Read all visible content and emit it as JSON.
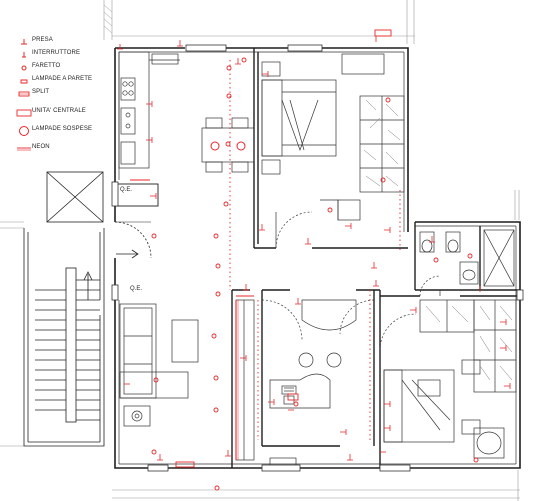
{
  "legend": {
    "items": [
      {
        "label": "PRESA",
        "symbol": "socket-icon"
      },
      {
        "label": "INTERRUTTORE",
        "symbol": "switch-icon"
      },
      {
        "label": "FARETTO",
        "symbol": "spotlight-icon"
      },
      {
        "label": "LAMPADE A PARETE",
        "symbol": "wall-lamp-icon"
      },
      {
        "label": "SPLIT",
        "symbol": "split-ac-icon"
      },
      {
        "label": "UNITA' CENTRALE",
        "symbol": "central-unit-icon"
      },
      {
        "label": "LAMPADE SOSPESE",
        "symbol": "pendant-lamp-icon"
      },
      {
        "label": "NEON",
        "symbol": "neon-icon"
      }
    ]
  },
  "labels": {
    "qe_kitchen": "Q.E.",
    "qe_entrance": "Q.E."
  },
  "colors": {
    "line": "#1a1a1a",
    "wall": "#2a2a2a",
    "electrical": "#e8262a",
    "light_line": "#9a9a9a"
  }
}
